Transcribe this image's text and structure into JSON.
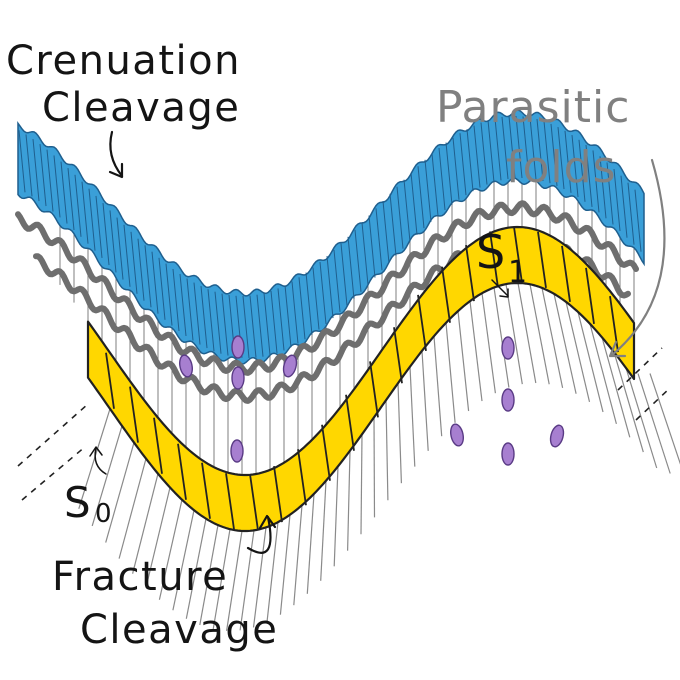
{
  "labels": {
    "crenuation_line1": "Crenuation",
    "crenuation_line2": "Cleavage",
    "parasitic_line1": "Parasitic",
    "parasitic_line2": "folds",
    "s1_main": "S",
    "s1_sub": "1",
    "s0_main": "S",
    "s0_sub": "0",
    "fracture_line1": "Fracture",
    "fracture_line2": "Cleavage"
  },
  "colors": {
    "crenulated_layer": "#3a9fd8",
    "crenulated_outline": "#1f5f8e",
    "competent_layer": "#ffd700",
    "competent_outline": "#222222",
    "parasitic_fold_line": "#6e6e6e",
    "cleavage_lines": "#8a8a8a",
    "strain_ellipses": "#a77fd0",
    "label_black": "#141414",
    "label_grey": "#808080"
  }
}
